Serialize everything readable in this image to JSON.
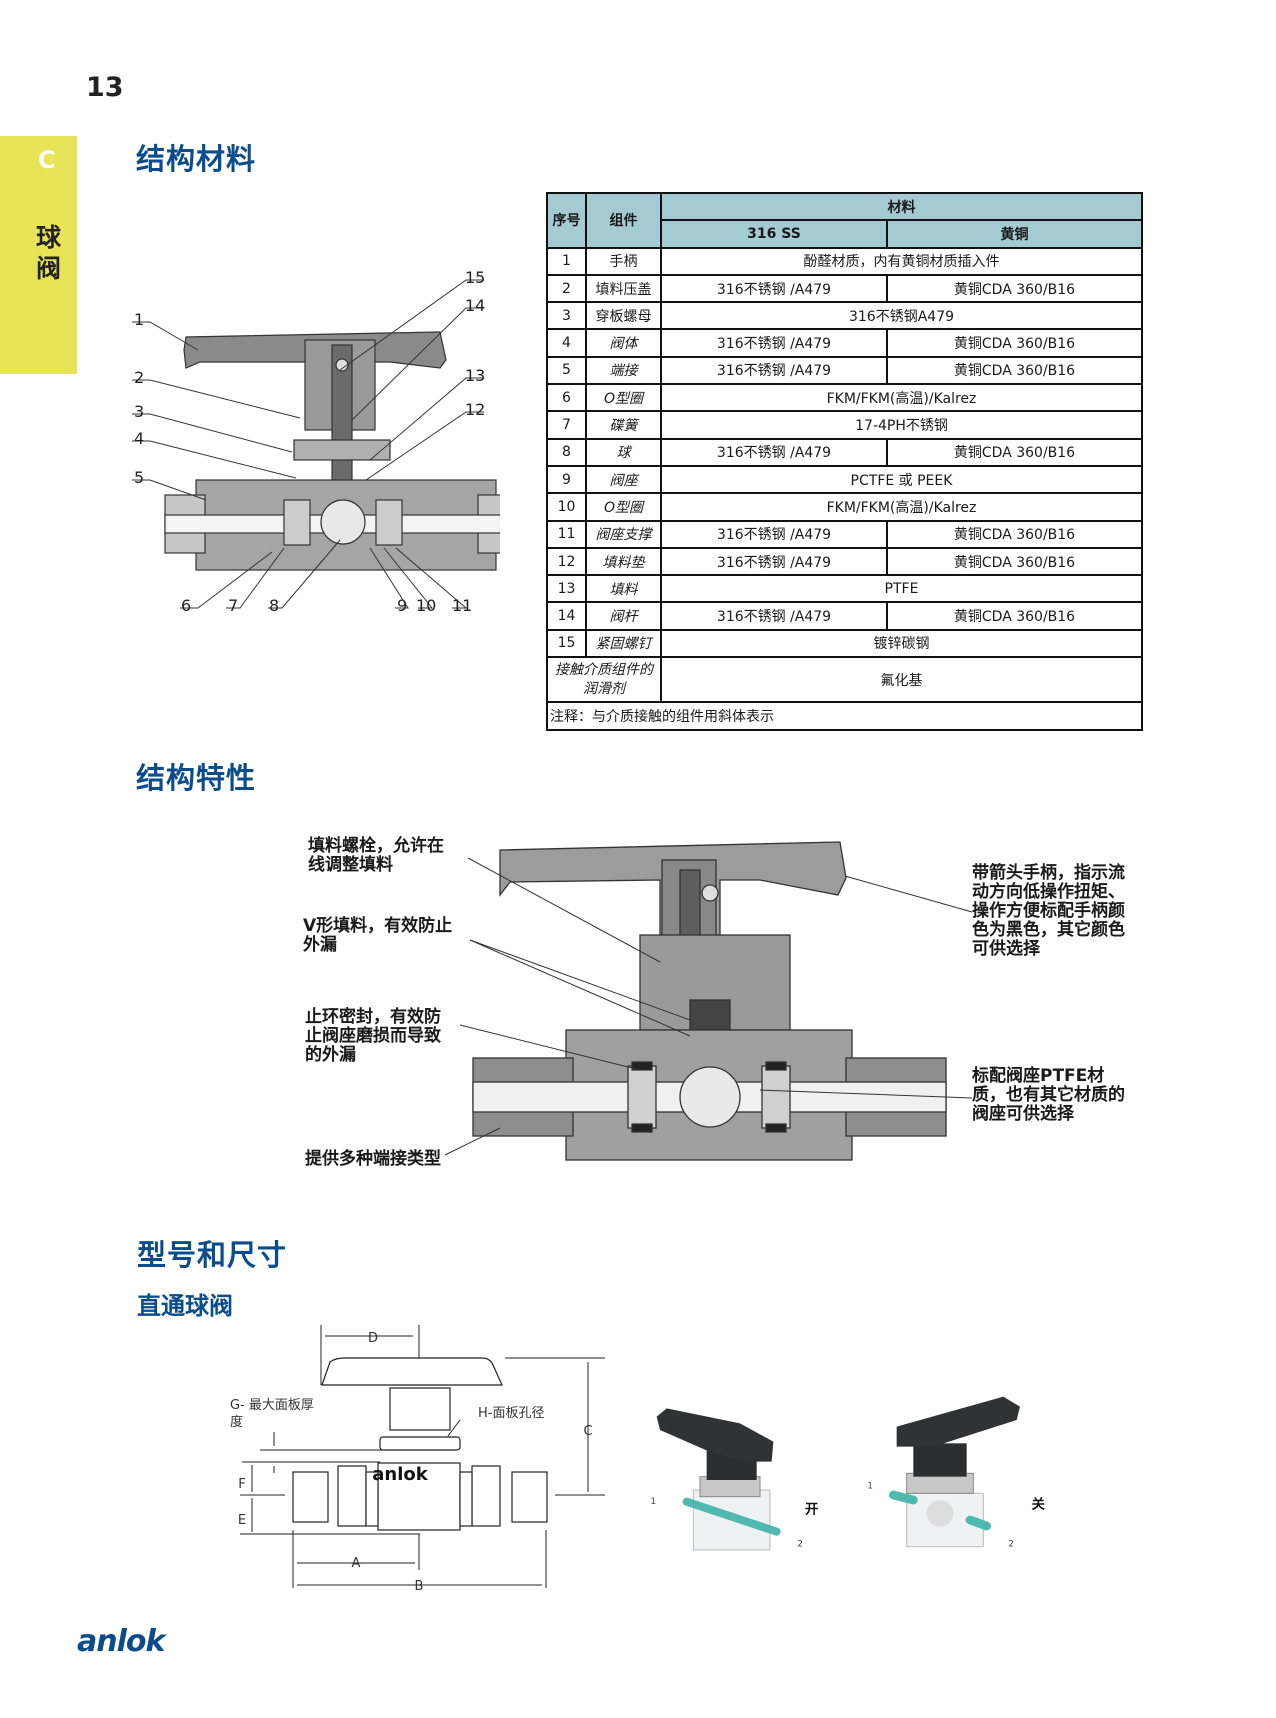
{
  "page_number": "13",
  "sidebar": {
    "letter": "C",
    "title": "球阀"
  },
  "sections": {
    "materials": "结构材料",
    "features": "结构特性",
    "models": "型号和尺寸",
    "straight": "直通球阀"
  },
  "table": {
    "headers": {
      "no": "序号",
      "part": "组件",
      "material": "材料",
      "ss": "316 SS",
      "brass": "黄铜"
    },
    "rows": [
      {
        "no": "1",
        "part": "手柄",
        "italic": false,
        "merged": "酚醛材质，内有黄铜材质插入件"
      },
      {
        "no": "2",
        "part": "填料压盖",
        "italic": false,
        "ss": "316不锈钢 /A479",
        "brass": "黄铜CDA 360/B16"
      },
      {
        "no": "3",
        "part": "穿板螺母",
        "italic": false,
        "merged": "316不锈钢A479"
      },
      {
        "no": "4",
        "part": "阀体",
        "italic": true,
        "ss": "316不锈钢 /A479",
        "brass": "黄铜CDA 360/B16"
      },
      {
        "no": "5",
        "part": "端接",
        "italic": true,
        "ss": "316不锈钢 /A479",
        "brass": "黄铜CDA 360/B16"
      },
      {
        "no": "6",
        "part": "O型圈",
        "italic": true,
        "merged": "FKM/FKM(高温)/Kalrez"
      },
      {
        "no": "7",
        "part": "碟簧",
        "italic": true,
        "merged": "17-4PH不锈钢"
      },
      {
        "no": "8",
        "part": "球",
        "italic": true,
        "ss": "316不锈钢 /A479",
        "brass": "黄铜CDA 360/B16"
      },
      {
        "no": "9",
        "part": "阀座",
        "italic": true,
        "merged": "PCTFE 或 PEEK"
      },
      {
        "no": "10",
        "part": "O型圈",
        "italic": true,
        "merged": "FKM/FKM(高温)/Kalrez"
      },
      {
        "no": "11",
        "part": "阀座支撑",
        "italic": true,
        "ss": "316不锈钢 /A479",
        "brass": "黄铜CDA 360/B16"
      },
      {
        "no": "12",
        "part": "填料垫",
        "italic": true,
        "ss": "316不锈钢 /A479",
        "brass": "黄铜CDA 360/B16"
      },
      {
        "no": "13",
        "part": "填料",
        "italic": true,
        "merged": "PTFE"
      },
      {
        "no": "14",
        "part": "阀杆",
        "italic": true,
        "ss": "316不锈钢 /A479",
        "brass": "黄铜CDA 360/B16"
      },
      {
        "no": "15",
        "part": "紧固螺钉",
        "italic": true,
        "merged": "镀锌碳钢"
      }
    ],
    "lubricant": {
      "label": "接触介质组件的润滑剂",
      "value": "氟化基"
    },
    "note": "注释：与介质接触的组件用斜体表示"
  },
  "callouts": [
    "1",
    "2",
    "3",
    "4",
    "5",
    "6",
    "7",
    "8",
    "9",
    "10",
    "11",
    "12",
    "13",
    "14",
    "15"
  ],
  "features": {
    "packing_bolt": "填料螺栓，允许在线调整填料",
    "v_packing": "V形填料，有效防止外漏",
    "stop_ring": "止环密封，有效防止阀座磨损而导致的外漏",
    "end_connections": "提供多种端接类型",
    "handle": "带箭头手柄，指示流动方向低操作扭矩、操作方便标配手柄颜色为黑色，其它颜色可供选择",
    "seat": "标配阀座PTFE材质，也有其它材质的阀座可供选择"
  },
  "dimensions": {
    "a": "A",
    "b": "B",
    "c": "C",
    "d": "D",
    "e": "E",
    "f": "F",
    "g": "G- 最大面板厚度",
    "h": "H-面板孔径",
    "brand": "anlok"
  },
  "photos": {
    "open": "开",
    "closed": "关",
    "port1": "1",
    "port2": "2"
  },
  "footer_logo": "anlok",
  "colors": {
    "brand": "#0b4c8c",
    "sidebar": "#e8e458",
    "table_header": "#a3cbd1",
    "flow": "#4fb8b0"
  }
}
